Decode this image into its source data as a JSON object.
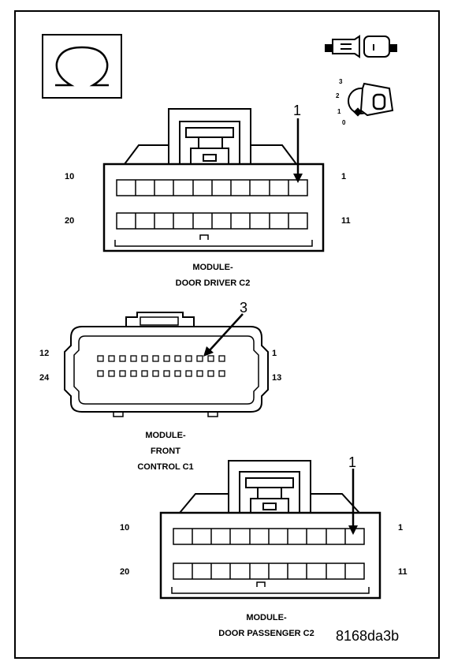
{
  "connectors": [
    {
      "pins": {
        "top_left": "10",
        "top_right": "1",
        "bottom_left": "20",
        "bottom_right": "11"
      },
      "callout": "1",
      "title_line1": "MODULE-",
      "title_line2": "DOOR DRIVER C2"
    },
    {
      "pins": {
        "top_left": "12",
        "top_right": "1",
        "bottom_left": "24",
        "bottom_right": "13"
      },
      "callout": "3",
      "title_line1": "MODULE-",
      "title_line2": "FRONT",
      "title_line3": "CONTROL C1"
    },
    {
      "pins": {
        "top_left": "10",
        "top_right": "1",
        "bottom_left": "20",
        "bottom_right": "11"
      },
      "callout": "1",
      "title_line1": "MODULE-",
      "title_line2": "DOOR PASSENGER C2"
    }
  ],
  "icons": {
    "header_symbol": "omega-icon",
    "connector_symbol": "connector-plug-icon",
    "key_symbol": "ignition-key-icon"
  },
  "key_positions": [
    "3",
    "2",
    "1",
    "0"
  ],
  "figure_code": "8168da3b"
}
